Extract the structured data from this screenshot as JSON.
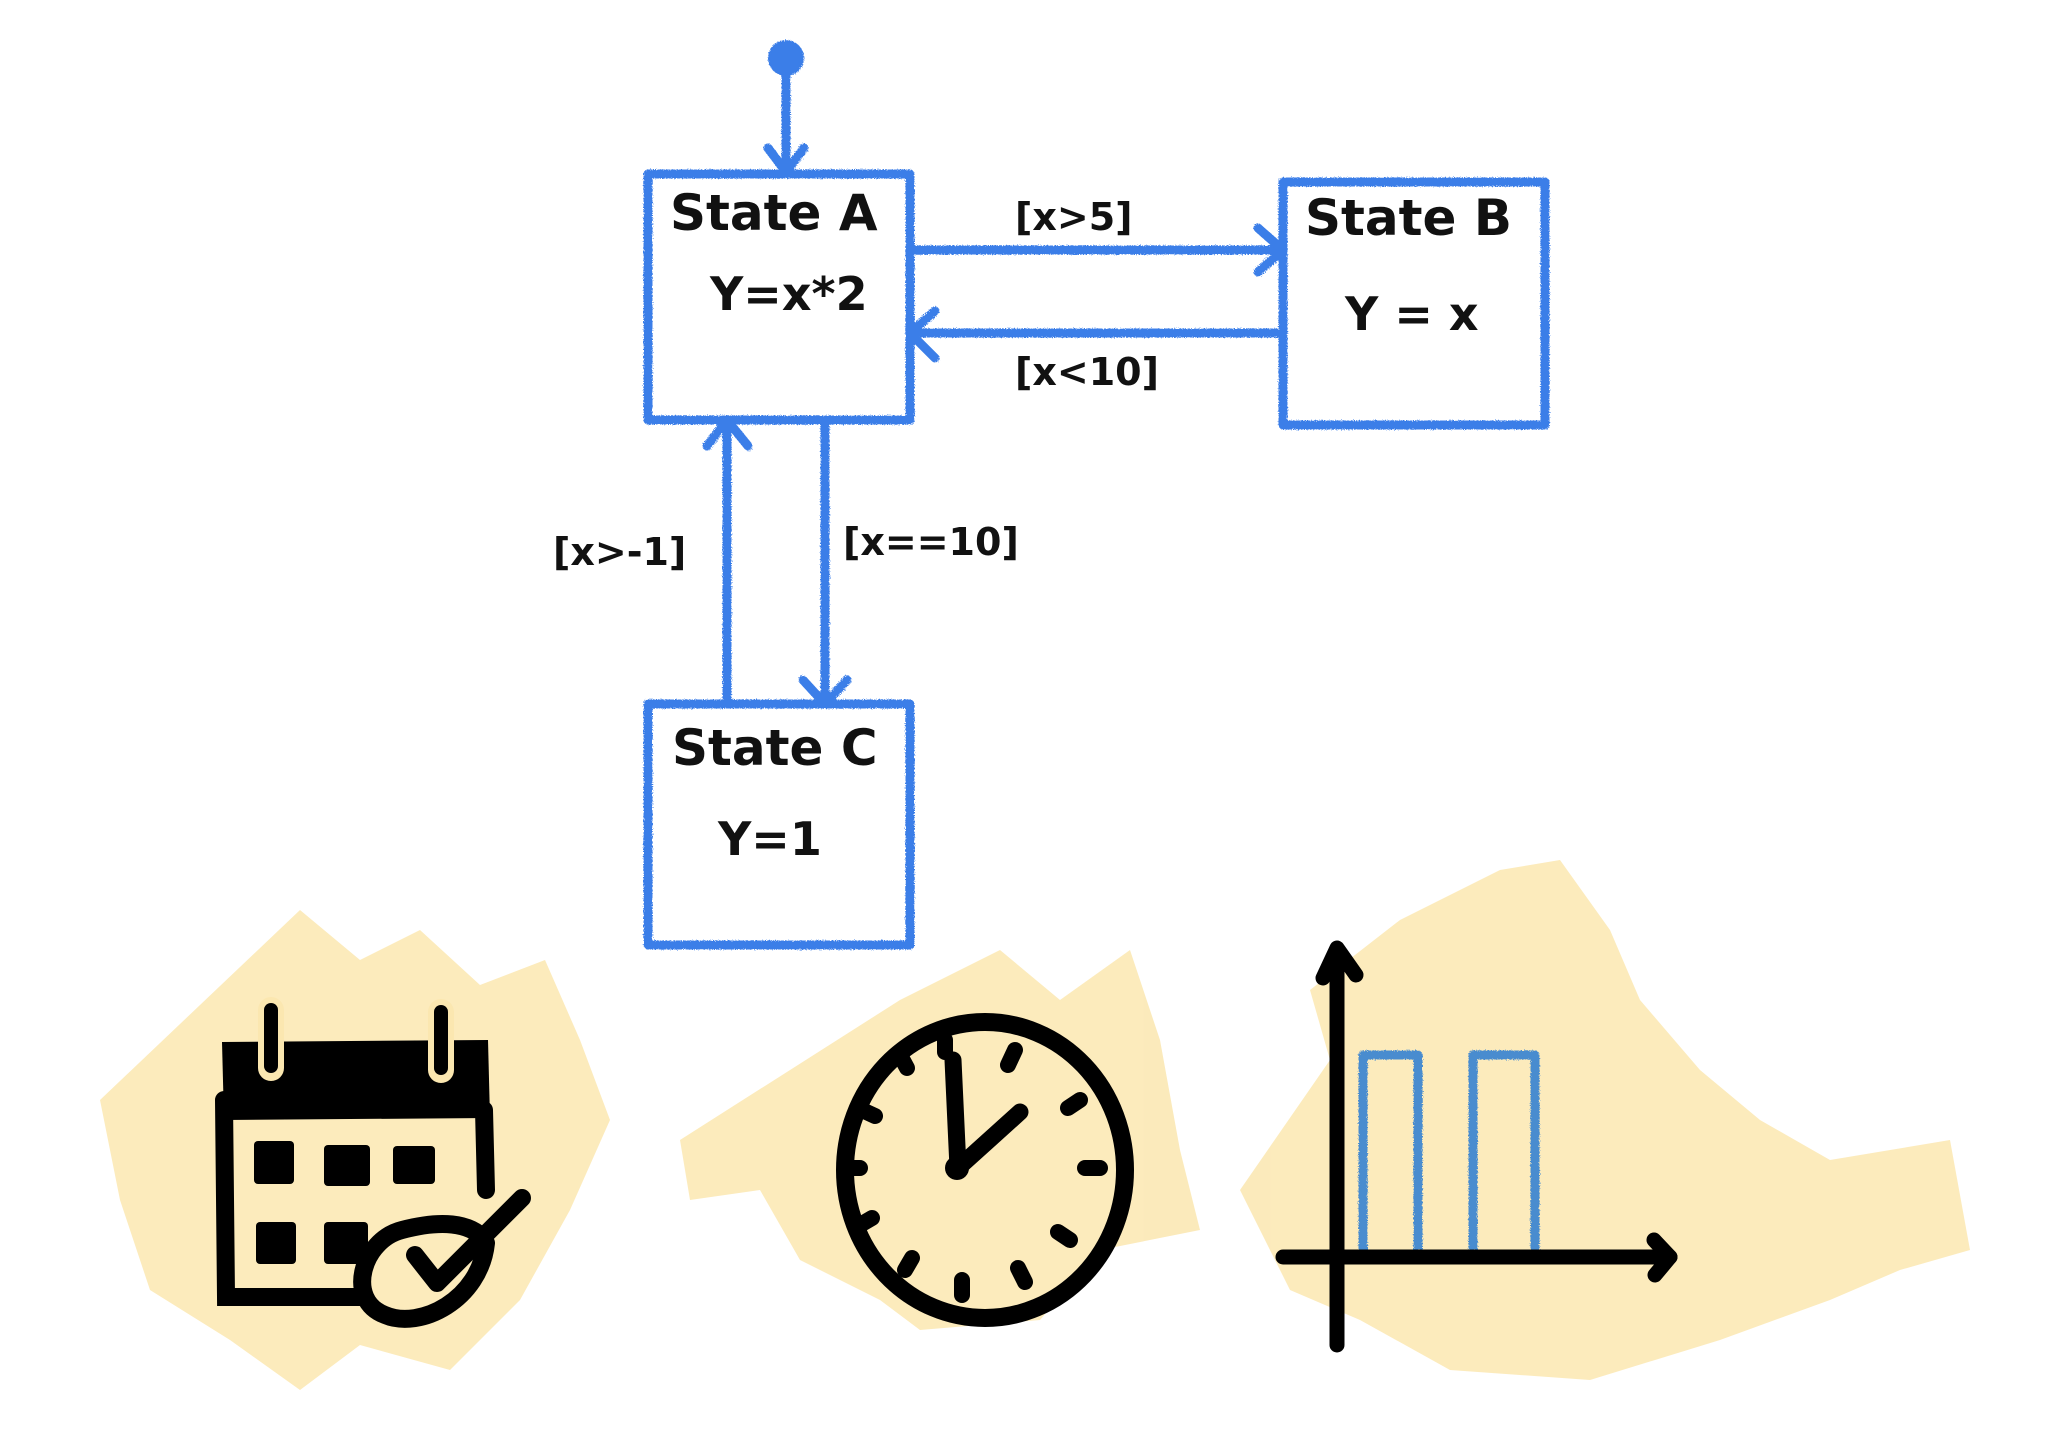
{
  "diagram": {
    "type": "state-machine",
    "colors": {
      "stroke": "#3b7ee8",
      "text": "#111111",
      "highlight": "#fbe7b0",
      "chart_bars": "#4a8ccf"
    },
    "initial": {
      "label": "initial-state"
    },
    "states": [
      {
        "id": "A",
        "title": "State A",
        "expr": "Y=x*2"
      },
      {
        "id": "B",
        "title": "State B",
        "expr": "Y = x"
      },
      {
        "id": "C",
        "title": "State C",
        "expr": "Y=1"
      }
    ],
    "transitions": [
      {
        "from": "initial",
        "to": "A",
        "guard": ""
      },
      {
        "from": "A",
        "to": "B",
        "guard": "[x>5]"
      },
      {
        "from": "B",
        "to": "A",
        "guard": "[x<10]"
      },
      {
        "from": "A",
        "to": "C",
        "guard": "[x==10]"
      },
      {
        "from": "C",
        "to": "A",
        "guard": "[x>-1]"
      }
    ]
  },
  "icons": [
    {
      "name": "calendar-check-icon",
      "label": "Calendar with check"
    },
    {
      "name": "clock-icon",
      "label": "Clock"
    },
    {
      "name": "pulse-chart-icon",
      "label": "Pulse chart"
    }
  ]
}
